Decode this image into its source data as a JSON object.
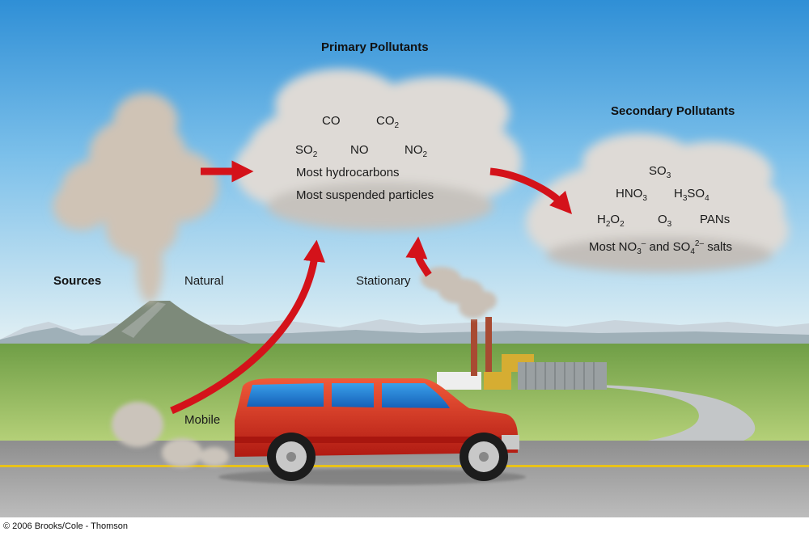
{
  "titles": {
    "primary": "Primary Pollutants",
    "secondary": "Secondary Pollutants",
    "sources": "Sources"
  },
  "source_labels": {
    "natural": "Natural",
    "stationary": "Stationary",
    "mobile": "Mobile"
  },
  "primary": {
    "co": "CO",
    "co2": "CO",
    "co2_sub": "2",
    "so2": "SO",
    "so2_sub": "2",
    "no": "NO",
    "no2": "NO",
    "no2_sub": "2",
    "hydrocarbons": "Most hydrocarbons",
    "particles": "Most suspended particles"
  },
  "secondary": {
    "so3": "SO",
    "so3_sub": "3",
    "hno3": "HNO",
    "hno3_sub": "3",
    "h3so4_a": "H",
    "h3so4_sub1": "3",
    "h3so4_b": "SO",
    "h3so4_sub2": "4",
    "h2o2_a": "H",
    "h2o2_sub1": "2",
    "h2o2_b": "O",
    "h2o2_sub2": "2",
    "o3": "O",
    "o3_sub": "3",
    "pans": "PANs",
    "salts_a": "Most NO",
    "salts_sub1": "3",
    "salts_sup1": "–",
    "salts_b": " and SO",
    "salts_sub2": "4",
    "salts_sup2": "2–",
    "salts_c": " salts"
  },
  "copyright": "© 2006 Brooks/Cole - Thomson",
  "colors": {
    "sky_top": "#2f8fd6",
    "sky_bottom": "#d6ecf5",
    "grass": "#8cb55a",
    "road": "#a9a9a9",
    "road_line": "#e8c21a",
    "arrow": "#d4121a",
    "car": "#d92a1a",
    "cloud": "#e4e2e0"
  }
}
